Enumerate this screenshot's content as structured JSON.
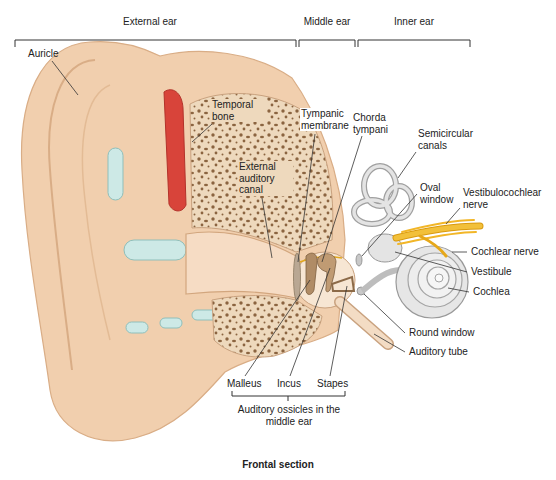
{
  "diagram": {
    "caption": "Frontal section",
    "labels": [
      "External ear",
      "Middle ear",
      "Inner ear",
      "Auricle",
      "Temporal bone",
      "External auditory canal",
      "Tympanic membrane",
      "Chorda tympani",
      "Semicircular canals",
      "Oval window",
      "Vestibulocochlear nerve",
      "Cochlear nerve",
      "Vestibule",
      "Cochlea",
      "Round window",
      "Auditory tube",
      "Malleus",
      "Incus",
      "Stapes",
      "Auditory ossicles in the middle ear"
    ]
  }
}
